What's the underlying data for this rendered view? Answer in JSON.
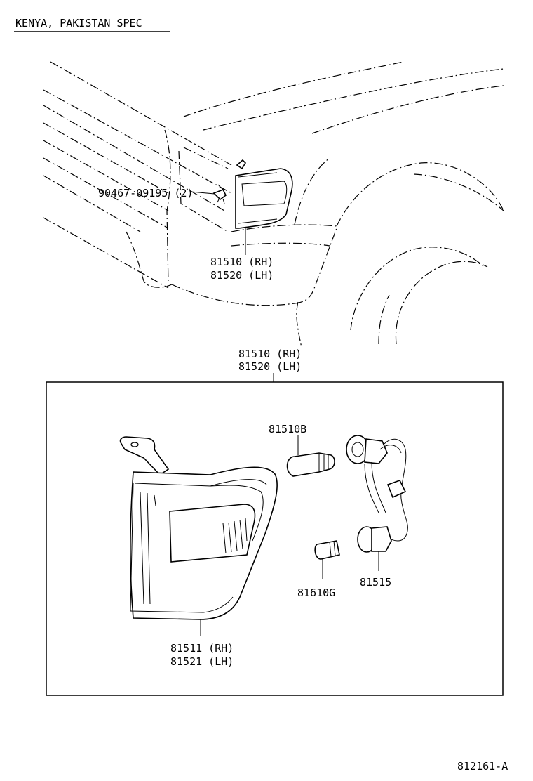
{
  "header": {
    "spec": "KENYA, PAKISTAN SPEC"
  },
  "overview": {
    "clip_part": "90467-09195 (2)",
    "lamp_rh": "81510 (RH)",
    "lamp_lh": "81520 (LH)"
  },
  "assembly": {
    "title_rh": "81510 (RH)",
    "title_lh": "81520 (LH)",
    "bulb_large": "81510B",
    "socket": "81515",
    "bulb_small": "81610G",
    "lens_rh": "81511 (RH)",
    "lens_lh": "81521 (LH)"
  },
  "footer": {
    "code": "812161-A"
  }
}
